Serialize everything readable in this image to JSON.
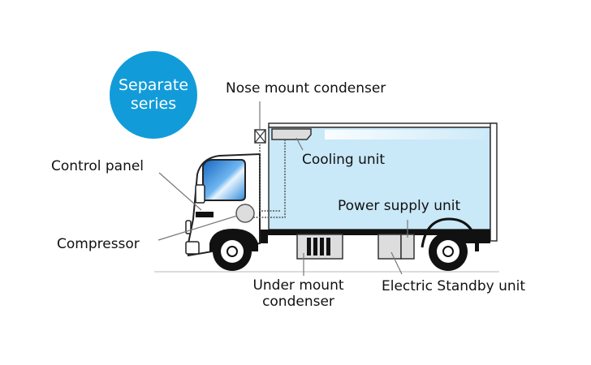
{
  "badge": {
    "line1": "Separate",
    "line2": "series",
    "color": "#129bd9"
  },
  "labels": {
    "nose_mount_condenser": "Nose mount condenser",
    "cooling_unit": "Cooling unit",
    "control_panel": "Control panel",
    "power_supply_unit": "Power supply unit",
    "compressor": "Compressor",
    "under_mount_condenser_line1": "Under mount",
    "under_mount_condenser_line2": "condenser",
    "electric_standby_unit": "Electric Standby unit"
  },
  "colors": {
    "cargo_box": "#c9e8f8",
    "windshield": "#1e78c8",
    "unit_gray": "#d9d9d9"
  }
}
